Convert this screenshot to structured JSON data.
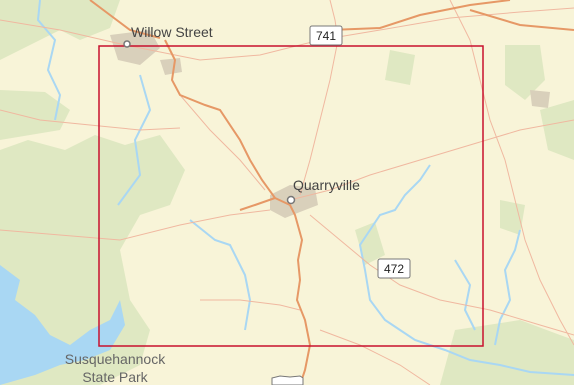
{
  "map": {
    "places": {
      "willow_street": "Willow Street",
      "quarryville": "Quarryville",
      "park_line1": "Susquehannock",
      "park_line2": "State Park"
    },
    "route_shields": {
      "r741": "741",
      "r472": "472"
    },
    "colors": {
      "land": "#f8f4d8",
      "forest": "#dfe8c2",
      "water": "#a9d7f3",
      "major_road": "#e69866",
      "minor_road": "#f0b8a0",
      "town": "#d9d0bb",
      "extent_box": "#c8102e"
    }
  }
}
